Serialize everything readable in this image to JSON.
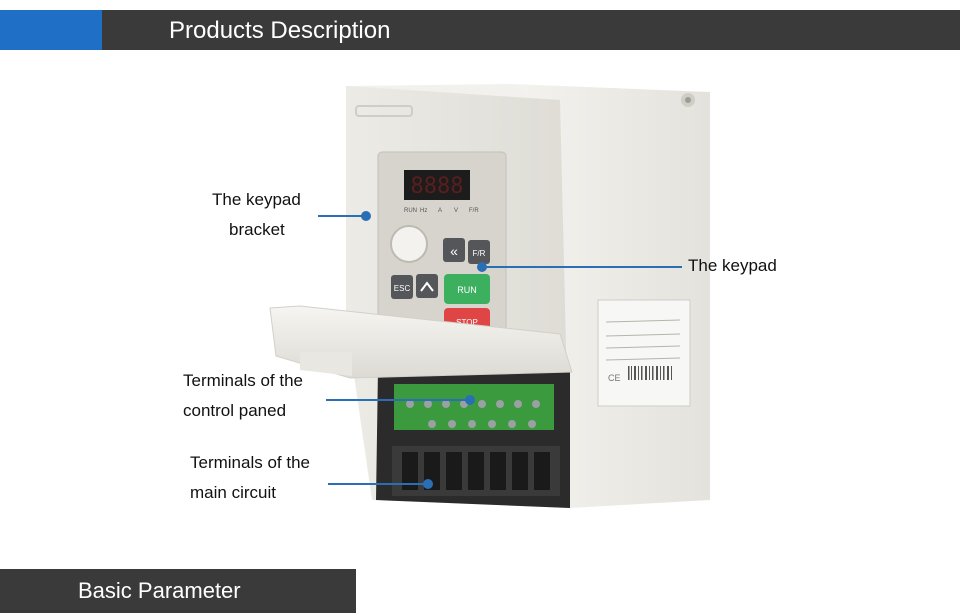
{
  "header": {
    "title": "Products Description",
    "accent_color": "#1f6fc7",
    "bar_color": "#3a3a3a"
  },
  "callouts": {
    "keypad_bracket": {
      "line1": "The keypad",
      "line2": "bracket"
    },
    "keypad": {
      "text": "The keypad"
    },
    "control_terminals": {
      "line1": "Terminals of the",
      "line2": "control paned"
    },
    "main_terminals": {
      "line1": "Terminals of the",
      "line2": "main circuit"
    },
    "line_color": "#2a6fb5"
  },
  "keypad": {
    "display": "8888",
    "indicators": [
      "RUN",
      "Hz",
      "A",
      "V",
      "F/R"
    ],
    "buttons": {
      "fr": "F/R",
      "esc": "ESC",
      "run": "RUN",
      "stop": "STOP"
    }
  },
  "nameplate": {
    "ce_mark": "CE"
  },
  "footer": {
    "title": "Basic Parameter"
  }
}
